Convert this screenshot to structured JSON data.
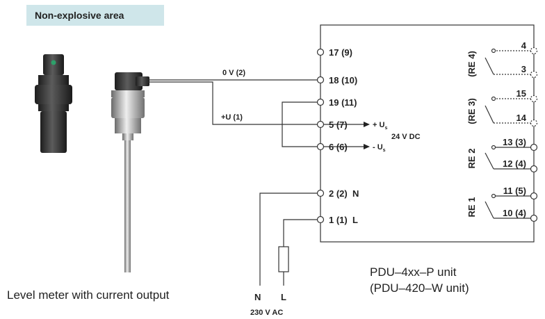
{
  "area_label": "Non-explosive area",
  "wires": {
    "zero_v": "0 V (2)",
    "plus_u": "+U (1)",
    "us_plus": "+ U",
    "us_minus": "- U",
    "us_sub": "s",
    "dc_voltage": "24 V DC",
    "neutral": "N",
    "line": "L",
    "ac_voltage": "230 V AC"
  },
  "left_terminals": [
    "17 (9)",
    "18 (10)",
    "19 (11)",
    "5 (7)",
    "6 (6)",
    "2 (2)  N",
    "1 (1)  L"
  ],
  "relays": [
    {
      "name": "(RE 4)",
      "top": "4",
      "bottom": "3"
    },
    {
      "name": "(RE 3)",
      "top": "15",
      "bottom": "14"
    },
    {
      "name": "RE 2",
      "top": "13 (3)",
      "bottom": "12 (4)"
    },
    {
      "name": "RE 1",
      "top": "11 (5)",
      "bottom": "10 (4)"
    }
  ],
  "device_caption": "Level meter with current output",
  "unit_caption_1": "PDU–4xx–P unit",
  "unit_caption_2": "(PDU–420–W unit)"
}
